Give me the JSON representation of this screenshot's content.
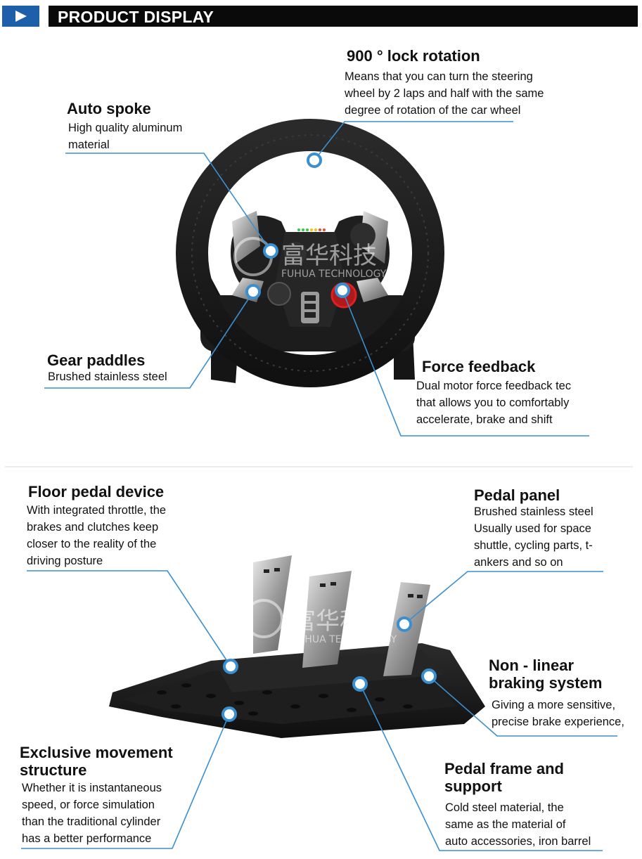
{
  "header": {
    "title": "PRODUCT DISPLAY"
  },
  "watermark": {
    "cn": "富华科技",
    "en": "FUHUA TECHNOLOGY"
  },
  "wheel_section": {
    "lock_rotation": {
      "title": "900 ° lock rotation",
      "lines": [
        "Means that you can turn the steering",
        "wheel by 2 laps and  half with the same",
        "degree of rotation of the car  wheel"
      ]
    },
    "auto_spoke": {
      "title": "Auto spoke",
      "lines": [
        "High quality aluminum",
        "material"
      ]
    },
    "gear_paddles": {
      "title": "Gear paddles",
      "lines": [
        "Brushed stainless steel"
      ]
    },
    "force_feedback": {
      "title": "Force feedback",
      "lines": [
        "Dual motor force feedback tec",
        "that allows you to comfortably",
        "accelerate, brake and shift"
      ]
    }
  },
  "pedal_section": {
    "floor_pedal": {
      "title": "Floor pedal device",
      "lines": [
        "With integrated throttle, the",
        "brakes and clutches keep",
        "closer to the reality of the",
        "driving posture"
      ]
    },
    "pedal_panel": {
      "title": "Pedal panel",
      "lines": [
        "Brushed stainless steel",
        "Usually used for space",
        "shuttle, cycling parts, t-",
        "ankers and so on"
      ]
    },
    "nonlinear_braking": {
      "title_lines": [
        "Non - linear",
        "braking system"
      ],
      "lines": [
        "Giving a more sensitive,",
        "precise brake experience,"
      ]
    },
    "movement_structure": {
      "title_lines": [
        "Exclusive movement",
        "structure"
      ],
      "lines": [
        "Whether it is instantaneous",
        "speed, or force simulation",
        "than the traditional cylinder",
        "has a better performance"
      ]
    },
    "pedal_frame": {
      "title_lines": [
        "Pedal frame and",
        "support"
      ],
      "lines": [
        "Cold steel material, the",
        "same as the material of",
        "auto accessories, iron barrel"
      ]
    }
  },
  "colors": {
    "accent": "#1d5fa8",
    "callout": "#3a8fd0",
    "header_bg": "#0a0a0a"
  }
}
